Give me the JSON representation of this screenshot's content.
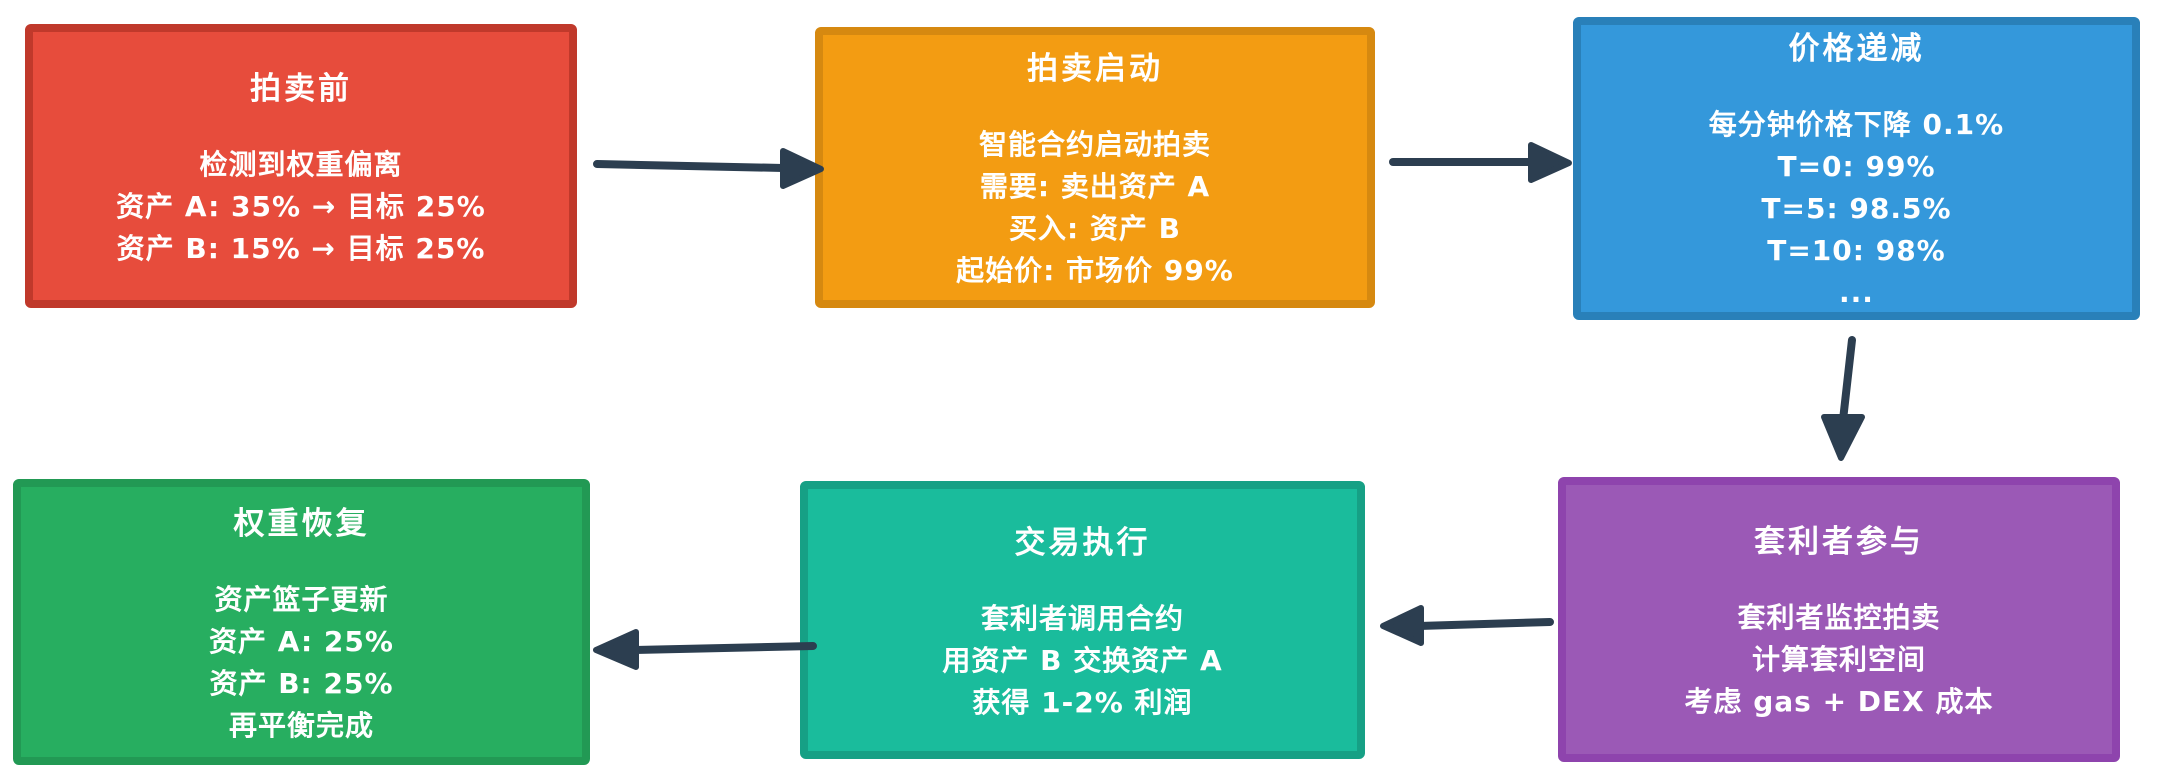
{
  "diagram": {
    "background": "#ffffff",
    "arrow_color": "#2c3e50",
    "boxes": [
      {
        "id": "pre-auction",
        "title": "拍卖前",
        "lines": [
          "检测到权重偏离",
          "资产 A: 35% → 目标 25%",
          "资产 B: 15% → 目标 25%"
        ],
        "fill": "#e74c3c",
        "border": "#c0392b"
      },
      {
        "id": "auction-start",
        "title": "拍卖启动",
        "lines": [
          "智能合约启动拍卖",
          "需要: 卖出资产 A",
          "买入: 资产 B",
          "起始价: 市场价 99%"
        ],
        "fill": "#f39c12",
        "border": "#d68910"
      },
      {
        "id": "price-decay",
        "title": "价格递减",
        "lines": [
          "每分钟价格下降 0.1%",
          "T=0: 99%",
          "T=5: 98.5%",
          "T=10: 98%",
          "..."
        ],
        "fill": "#3498db",
        "border": "#2980b9"
      },
      {
        "id": "arbitrageur",
        "title": "套利者参与",
        "lines": [
          "套利者监控拍卖",
          "计算套利空间",
          "考虑 gas + DEX 成本"
        ],
        "fill": "#9b59b6",
        "border": "#8e44ad"
      },
      {
        "id": "trade-execution",
        "title": "交易执行",
        "lines": [
          "套利者调用合约",
          "用资产 B 交换资产 A",
          "获得 1-2% 利润"
        ],
        "fill": "#1abc9c",
        "border": "#16a085"
      },
      {
        "id": "weight-restore",
        "title": "权重恢复",
        "lines": [
          "资产篮子更新",
          "资产 A: 25%",
          "资产 B: 25%",
          "再平衡完成"
        ],
        "fill": "#27ae60",
        "border": "#229954"
      }
    ],
    "arrows": [
      {
        "from": "pre-auction",
        "to": "auction-start",
        "direction": "right"
      },
      {
        "from": "auction-start",
        "to": "price-decay",
        "direction": "right"
      },
      {
        "from": "price-decay",
        "to": "arbitrageur",
        "direction": "down"
      },
      {
        "from": "arbitrageur",
        "to": "trade-execution",
        "direction": "left"
      },
      {
        "from": "trade-execution",
        "to": "weight-restore",
        "direction": "left"
      }
    ]
  }
}
